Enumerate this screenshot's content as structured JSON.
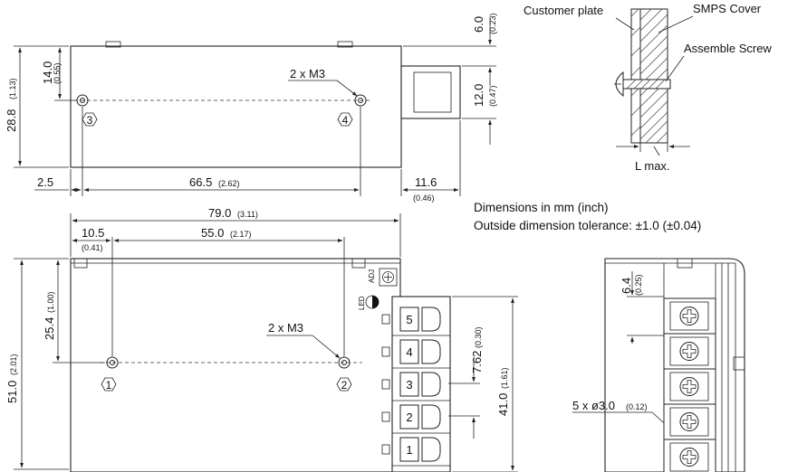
{
  "top_view": {
    "dim_height": "28.8",
    "dim_height_inch": "(1.13)",
    "dim_hole_height": "14.0",
    "dim_hole_height_inch": "(0.55)",
    "dim_left_offset": "2.5",
    "dim_hole_span": "66.5",
    "dim_hole_span_inch": "(2.62)",
    "dim_connector_width": "11.6",
    "dim_connector_width_inch": "(0.46)",
    "dim_connector_top": "6.0",
    "dim_connector_top_inch": "(0.23)",
    "dim_connector_height": "12.0",
    "dim_connector_height_inch": "(0.47)",
    "screw_label": "2 x M3",
    "hole_left": "3",
    "hole_right": "4"
  },
  "mounting_detail": {
    "customer_plate": "Customer plate",
    "smps_cover": "SMPS Cover",
    "assemble_screw": "Assemble Screw",
    "l_max": "L max."
  },
  "notes": {
    "units": "Dimensions in mm (inch)",
    "tolerance": "Outside dimension tolerance: ±1.0 (±0.04)"
  },
  "front_view": {
    "dim_total_width": "79.0",
    "dim_total_width_inch": "(3.11)",
    "dim_left_offset": "10.5",
    "dim_left_offset_inch": "(0.41)",
    "dim_hole_span": "55.0",
    "dim_hole_span_inch": "(2.17)",
    "dim_height": "51.0",
    "dim_height_inch": "(2.01)",
    "dim_hole_height": "25.4",
    "dim_hole_height_inch": "(1.00)",
    "dim_pitch": "7.62",
    "dim_pitch_inch": "(0.30)",
    "dim_terminal_height": "41.0",
    "dim_terminal_height_inch": "(1.61)",
    "screw_label": "2 x M3",
    "hole_left": "1",
    "hole_right": "2",
    "adj_label": "ADJ",
    "led_label": "LED",
    "terminals": [
      "5",
      "4",
      "3",
      "2",
      "1"
    ]
  },
  "side_view": {
    "dim_top": "6.4",
    "dim_top_inch": "(0.25)",
    "hole_label": "5 x ø3.0",
    "hole_label_inch": "(0.12)"
  }
}
